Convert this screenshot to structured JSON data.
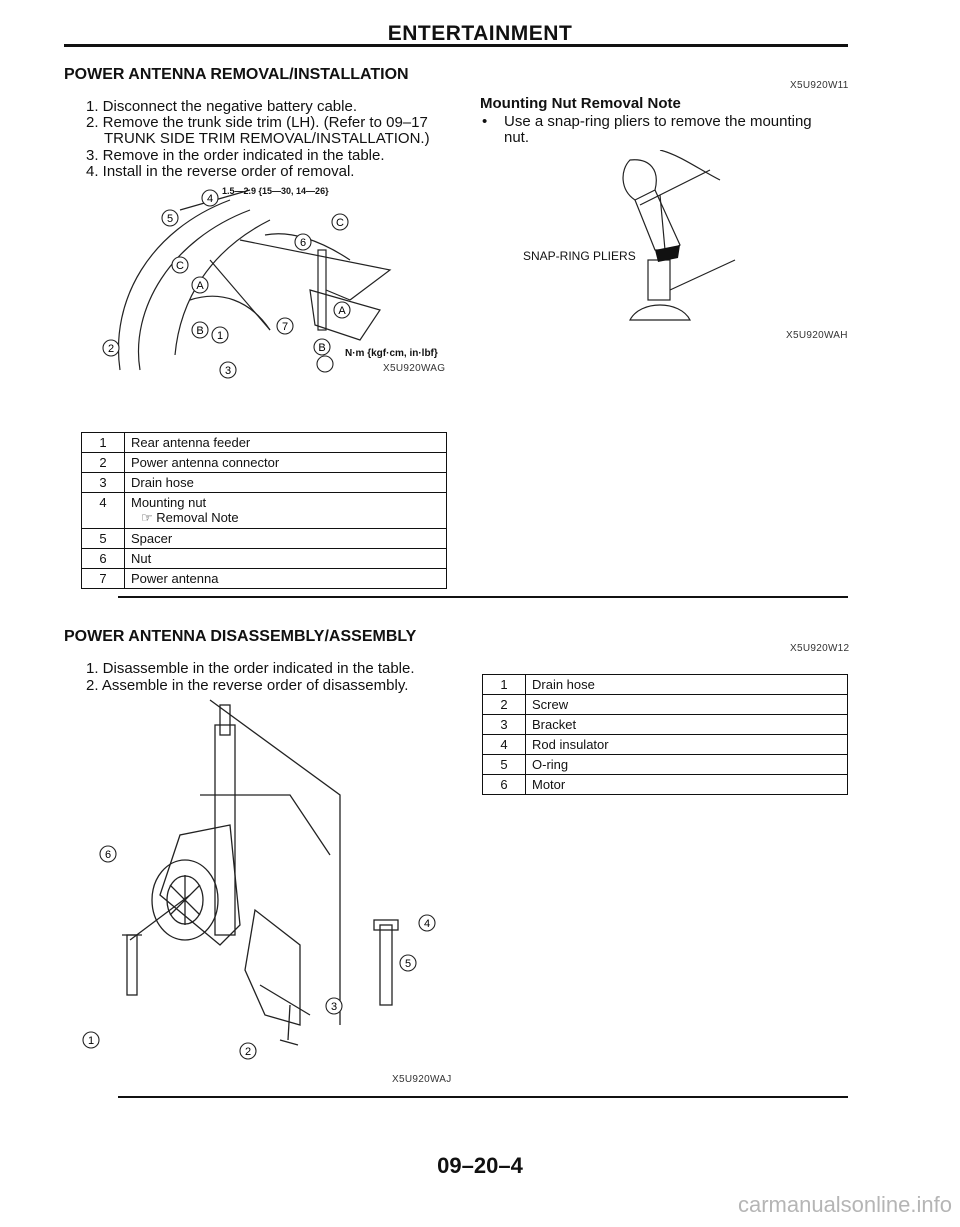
{
  "header": {
    "title": "ENTERTAINMENT"
  },
  "section1": {
    "title": "POWER ANTENNA REMOVAL/INSTALLATION",
    "code": "X5U920W11",
    "steps": [
      "1. Disconnect the negative battery cable.",
      "2. Remove the trunk side trim (LH). (Refer to 09–17",
      "TRUNK SIDE TRIM REMOVAL/INSTALLATION.)",
      "3. Remove in the order indicated in the table.",
      "4. Install in the reverse order of removal."
    ],
    "figure": {
      "torque": "1.5—2.9 {15—30, 14—26}",
      "unit": "N·m {kgf·cm, in·lbf}",
      "code": "X5U920WAG",
      "callouts": [
        "1",
        "2",
        "3",
        "4",
        "5",
        "6",
        "7",
        "A",
        "B",
        "C"
      ]
    },
    "table": [
      {
        "num": "1",
        "item": "Rear antenna feeder"
      },
      {
        "num": "2",
        "item": "Power antenna connector"
      },
      {
        "num": "3",
        "item": "Drain hose"
      },
      {
        "num": "4",
        "item": "Mounting nut",
        "note_icon": "☞",
        "note": "Removal Note"
      },
      {
        "num": "5",
        "item": "Spacer"
      },
      {
        "num": "6",
        "item": "Nut"
      },
      {
        "num": "7",
        "item": "Power antenna"
      }
    ]
  },
  "note": {
    "title": "Mounting Nut Removal Note",
    "bullet": "•",
    "lines": [
      "Use a snap-ring pliers to remove the mounting",
      "nut."
    ],
    "figure": {
      "label": "SNAP-RING PLIERS",
      "code": "X5U920WAH"
    }
  },
  "section2": {
    "title": "POWER ANTENNA DISASSEMBLY/ASSEMBLY",
    "code": "X5U920W12",
    "steps": [
      "1. Disassemble in the order indicated in the table.",
      "2. Assemble in the reverse order of disassembly."
    ],
    "figure": {
      "code": "X5U920WAJ",
      "callouts": [
        "1",
        "2",
        "3",
        "4",
        "5",
        "6"
      ]
    },
    "table": [
      {
        "num": "1",
        "item": "Drain hose"
      },
      {
        "num": "2",
        "item": "Screw"
      },
      {
        "num": "3",
        "item": "Bracket"
      },
      {
        "num": "4",
        "item": "Rod insulator"
      },
      {
        "num": "5",
        "item": "O-ring"
      },
      {
        "num": "6",
        "item": "Motor"
      }
    ]
  },
  "footer": {
    "page": "09–20–4"
  },
  "watermark": "carmanualsonline.info"
}
